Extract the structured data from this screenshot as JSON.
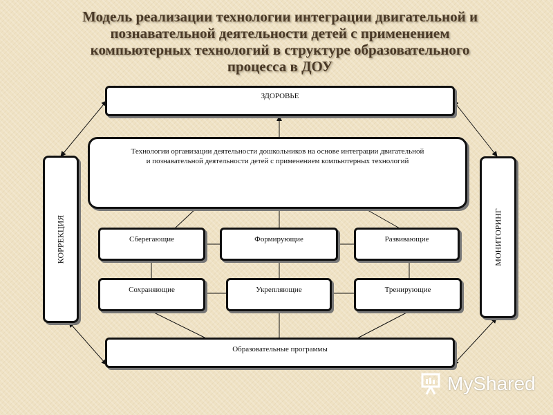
{
  "slide": {
    "title_lines": [
      "Модель реализации технологии интеграции двигательной и",
      "познавательной деятельности детей с применением",
      "компьютерных технологий в  структуре образовательного",
      "процесса в ДОУ"
    ]
  },
  "diagram": {
    "top_box": "ЗДОРОВЬЕ",
    "center_box_lines": [
      "Технологии организации деятельности дошкольников на основе интеграции двигательной",
      "и познавательной деятельности детей с применением компьютерных технологий"
    ],
    "left_box": "КОРРЕКЦИЯ",
    "right_box": "МОНИТОРИНГ",
    "row1": [
      "Сберегающие",
      "Формирующие",
      "Развивающие"
    ],
    "row2": [
      "Сохраняющие",
      "Укрепляющие",
      "Тренирующие"
    ],
    "bottom_box": "Образовательные программы"
  },
  "watermark": {
    "brand": "MyShared",
    "icon": "presentation-board-icon"
  }
}
